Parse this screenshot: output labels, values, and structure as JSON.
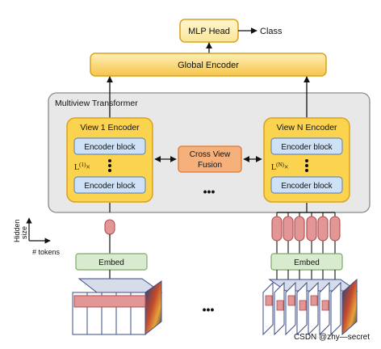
{
  "diagram": {
    "mlp_head": "MLP Head",
    "class_label": "Class",
    "global_encoder": "Global Encoder",
    "multiview_title": "Multiview Transformer",
    "view1": {
      "title": "View 1 Encoder",
      "block_top": "Encoder block",
      "block_bottom": "Encoder block",
      "repeat_prefix": "L",
      "repeat_sup": "(1)",
      "repeat_suffix": "×"
    },
    "viewN": {
      "title": "View N Encoder",
      "block_top": "Encoder block",
      "block_bottom": "Encoder block",
      "repeat_prefix": "L",
      "repeat_sup": "(N)",
      "repeat_suffix": "×"
    },
    "fusion": {
      "line1": "Cross View",
      "line2": "Fusion"
    },
    "ellipsis_middle": "•••",
    "ellipsis_bottom": "•••",
    "axis": {
      "hidden_size_line1": "Hidden",
      "hidden_size_line2": "size",
      "tokens": "# tokens"
    },
    "embed_left": "Embed",
    "embed_right": "Embed",
    "watermark": "CSDN @zhy—secret"
  },
  "colors": {
    "yellow_fill": "#fbe59a",
    "yellow_fill_dark": "#f6c54b",
    "yellow_stroke": "#d9a21c",
    "blue_fill": "#cfe2f5",
    "blue_stroke": "#6c8fb8",
    "orange_fill": "#f5b07c",
    "orange_stroke": "#d97b38",
    "gray_fill": "#e8e8e8",
    "gray_stroke": "#8a8a8a",
    "green_fill": "#d8ebcf",
    "green_stroke": "#7ea86b",
    "token_fill": "#e39696",
    "token_stroke": "#b24c4c"
  }
}
